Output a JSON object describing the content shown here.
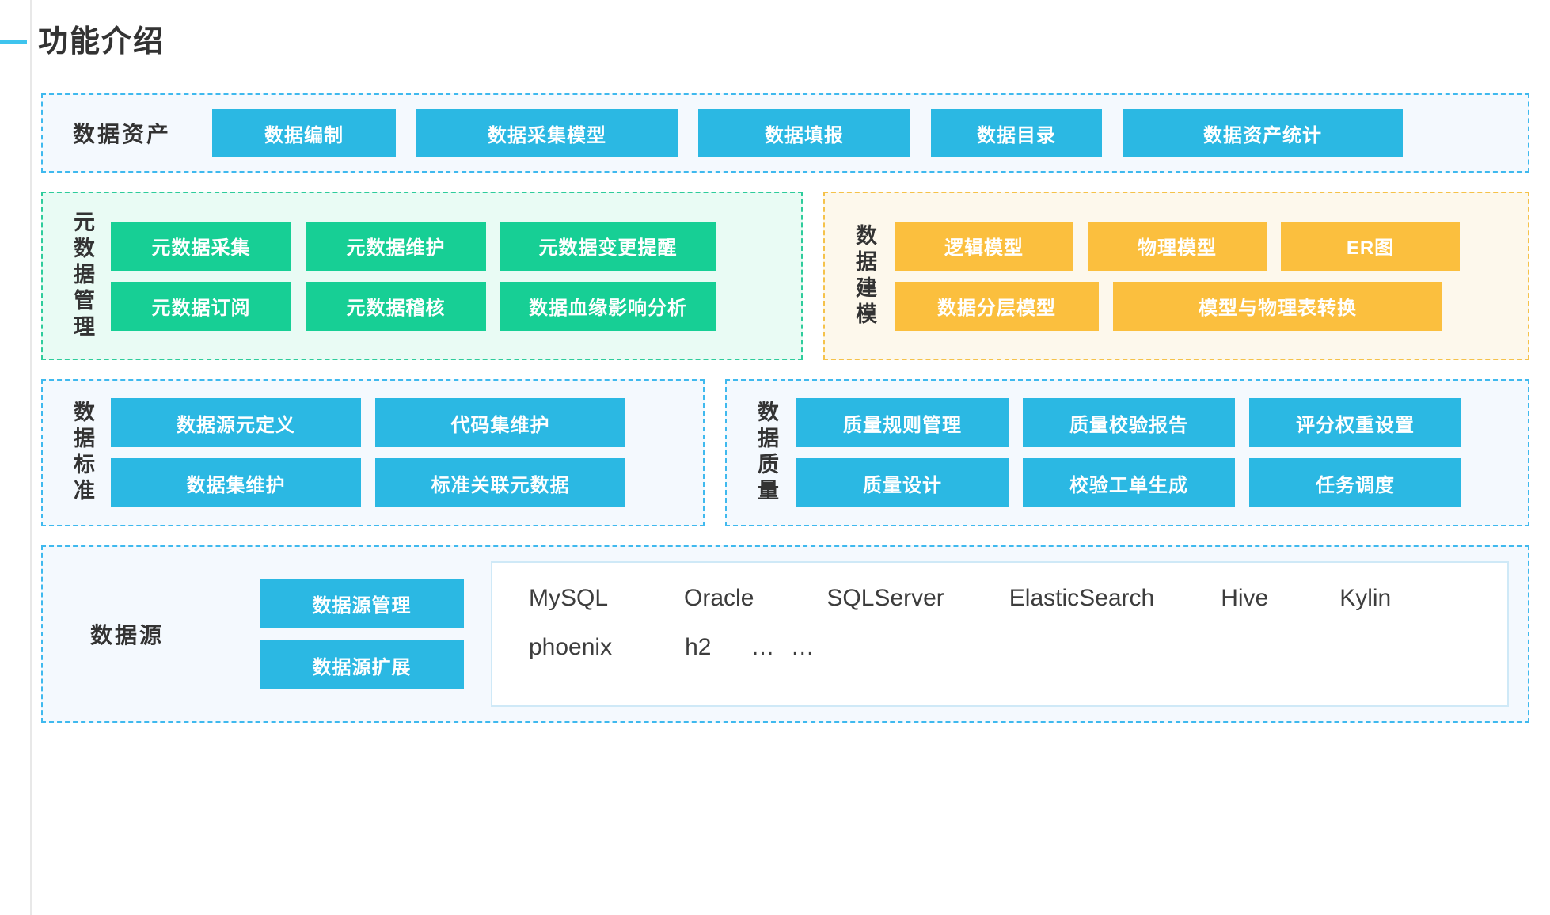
{
  "header": {
    "title": "功能介绍",
    "accent_color": "#3ec4ee"
  },
  "colors": {
    "blue_tile": "#2bb8e3",
    "green_tile": "#17cf95",
    "orange_tile": "#fbbf3e",
    "blue_panel_border": "#3fb9ee",
    "blue_panel_bg": "#f4f9fe",
    "green_panel_border": "#2ecc9b",
    "green_panel_bg": "#e9fbf4",
    "orange_panel_border": "#f5c24a",
    "orange_panel_bg": "#fdf8ec"
  },
  "sections": {
    "asset": {
      "label": "数据资产",
      "tiles": [
        "数据编制",
        "数据采集模型",
        "数据填报",
        "数据目录",
        "数据资产统计"
      ]
    },
    "metadata": {
      "label": "元数据管理",
      "row1": [
        "元数据采集",
        "元数据维护",
        "元数据变更提醒"
      ],
      "row2": [
        "元数据订阅",
        "元数据稽核",
        "数据血缘影响分析"
      ]
    },
    "modeling": {
      "label": "数据建模",
      "row1": [
        "逻辑模型",
        "物理模型",
        "ER图"
      ],
      "row2": [
        "数据分层模型",
        "模型与物理表转换"
      ]
    },
    "standard": {
      "label": "数据标准",
      "row1": [
        "数据源元定义",
        "代码集维护"
      ],
      "row2": [
        "数据集维护",
        "标准关联元数据"
      ]
    },
    "quality": {
      "label": "数据质量",
      "row1": [
        "质量规则管理",
        "质量校验报告",
        "评分权重设置"
      ],
      "row2": [
        "质量设计",
        "校验工单生成",
        "任务调度"
      ]
    },
    "source": {
      "label": "数据源",
      "tiles": [
        "数据源管理",
        "数据源扩展"
      ],
      "databases_row1": [
        "MySQL",
        "Oracle",
        "SQLServer",
        "ElasticSearch",
        "Hive",
        "Kylin"
      ],
      "databases_row2": [
        "phoenix",
        "h2",
        "… …"
      ]
    }
  }
}
